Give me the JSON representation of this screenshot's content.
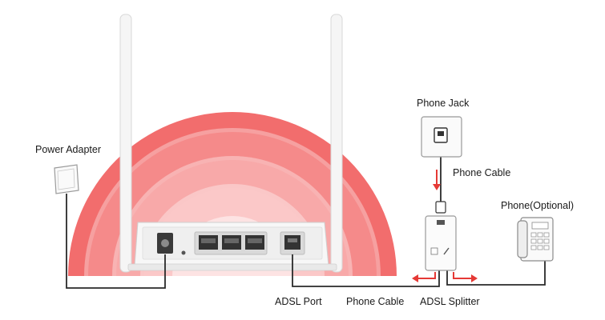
{
  "labels": {
    "power_adapter": "Power Adapter",
    "phone_jack": "Phone Jack",
    "phone_cable_top": "Phone Cable",
    "phone_optional": "Phone(Optional)",
    "adsl_port": "ADSL Port",
    "phone_cable_bottom": "Phone Cable",
    "adsl_splitter": "ADSL Splitter"
  },
  "colors": {
    "signal_outer": "#f26d6d",
    "signal_mid": "#f58a8a",
    "signal_inner": "#f8a9a9",
    "signal_core": "#fbc8c8",
    "arrow": "#e53935",
    "cable": "#2a2a2a",
    "device": "#f4f4f4"
  },
  "icons": {
    "power_adapter": "power-adapter-icon",
    "phone_jack": "phone-jack-icon",
    "phone": "telephone-icon",
    "splitter": "adsl-splitter-icon",
    "router": "router-icon"
  }
}
